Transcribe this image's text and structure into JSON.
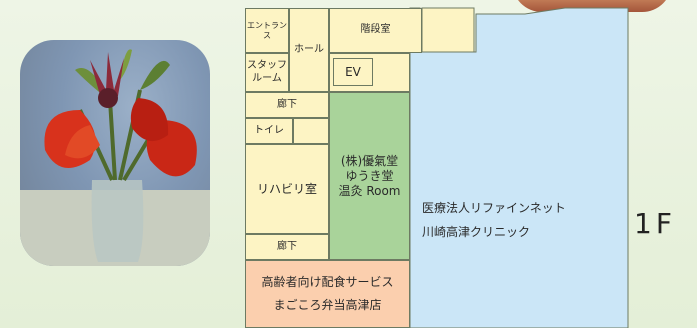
{
  "floor_label": "1F",
  "rooms": {
    "entrance": "エントランス",
    "hall": "ホール",
    "stairs": "階段室",
    "staff_room": "スタッフ\nルーム",
    "ev": "EV",
    "corridor_top": "廊下",
    "toilet": "トイレ",
    "rehab": "リハビリ室",
    "corridor_bottom": "廊下",
    "yukido": "(株)優氣堂\nゆうき堂\n温灸 Room",
    "clinic": "医療法人リファインネット\n川崎高津クリニック",
    "magokoro": "高齢者向け配食サービス\nまごころ弁当高津店"
  },
  "colors": {
    "common_area": "#fdf4c4",
    "yukido_area": "#a9d39a",
    "clinic_area": "#cbe6f7",
    "magokoro_area": "#fbcfae"
  }
}
